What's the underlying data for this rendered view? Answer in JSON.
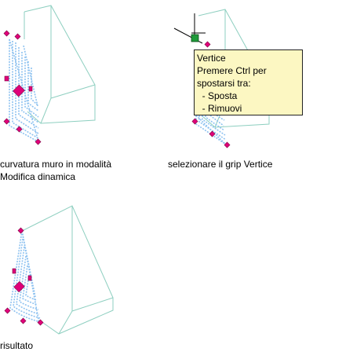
{
  "colors": {
    "wireframe": "#8ecfc0",
    "wall_stripes": "#8ec2f0",
    "grip": "#e0007a",
    "grip_outline": "#7a0040",
    "selected_grip": "#1f9a3a",
    "tooltip_background": "#fcf7c2",
    "crosshair": "#000000"
  },
  "panels": [
    {
      "caption_lines": [
        "curvatura muro in modalità",
        "Modifica dinamica"
      ]
    },
    {
      "caption_lines": [
        "selezionare il grip Vertice"
      ]
    },
    {
      "caption_lines": [
        "risultato"
      ]
    }
  ],
  "tooltip": {
    "lines": [
      "Vertice",
      "Premere Ctrl per",
      "spostarsi tra:",
      "  - Sposta",
      "  - Rimuovi"
    ]
  },
  "icons": {
    "cursor": "crosshair-cursor-icon",
    "grip": "magenta-grip-icon",
    "selected_grip": "green-selected-grip-icon"
  }
}
